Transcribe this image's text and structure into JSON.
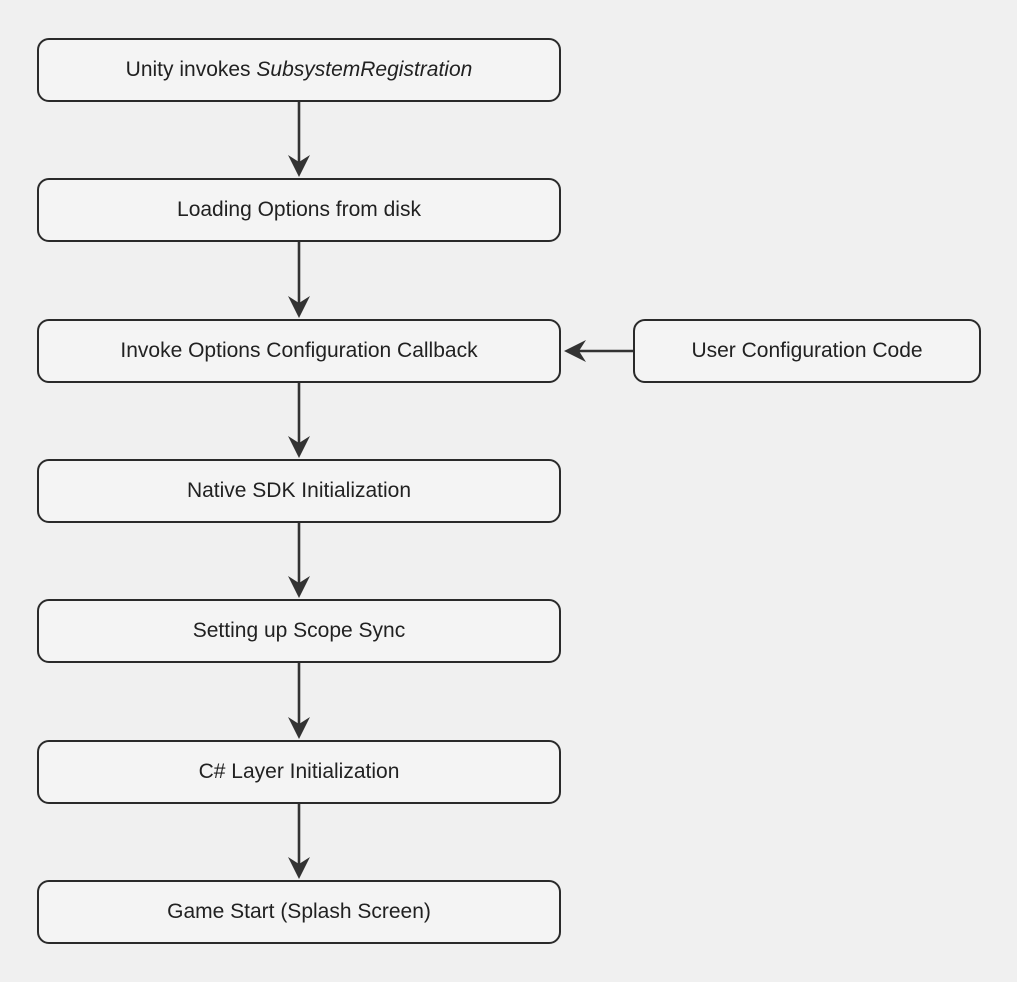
{
  "colors": {
    "background": "#f0f0f0",
    "node_fill": "#f4f4f4",
    "node_border": "#2a2a2a",
    "node_text": "#212121",
    "arrow": "#333333"
  },
  "diagram": {
    "type": "flowchart",
    "direction": "top-down",
    "nodes": [
      {
        "id": "unity-invokes-subsystemregistration",
        "label_prefix": "Unity invokes ",
        "label_italic": "SubsystemRegistration"
      },
      {
        "id": "loading-options-from-disk",
        "label": "Loading Options from disk"
      },
      {
        "id": "invoke-options-configuration-callback",
        "label": "Invoke Options Configuration Callback"
      },
      {
        "id": "native-sdk-initialization",
        "label": "Native SDK Initialization"
      },
      {
        "id": "setting-up-scope-sync",
        "label": "Setting up Scope Sync"
      },
      {
        "id": "csharp-layer-initialization",
        "label": "C# Layer Initialization"
      },
      {
        "id": "game-start-splash-screen",
        "label": "Game Start (Splash Screen)"
      }
    ],
    "side_node": {
      "id": "user-configuration-code",
      "label": "User Configuration Code"
    },
    "edges": [
      {
        "from": "unity-invokes-subsystemregistration",
        "to": "loading-options-from-disk"
      },
      {
        "from": "loading-options-from-disk",
        "to": "invoke-options-configuration-callback"
      },
      {
        "from": "invoke-options-configuration-callback",
        "to": "native-sdk-initialization"
      },
      {
        "from": "native-sdk-initialization",
        "to": "setting-up-scope-sync"
      },
      {
        "from": "setting-up-scope-sync",
        "to": "csharp-layer-initialization"
      },
      {
        "from": "csharp-layer-initialization",
        "to": "game-start-splash-screen"
      },
      {
        "from": "user-configuration-code",
        "to": "invoke-options-configuration-callback"
      }
    ]
  }
}
